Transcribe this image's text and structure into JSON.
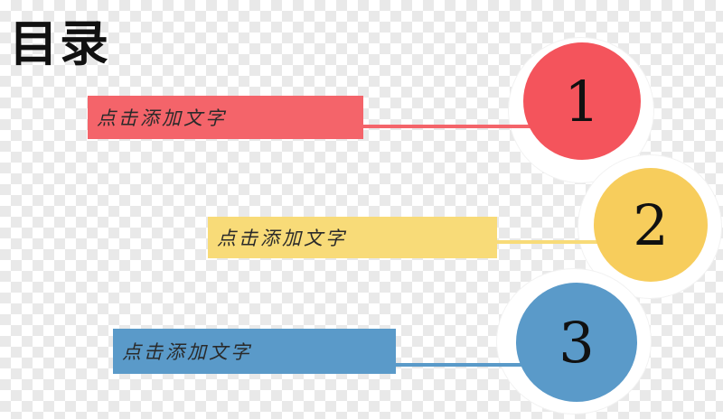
{
  "title": "目录",
  "items": [
    {
      "label": "点击添加文字",
      "number": "1",
      "color": "#f4545c"
    },
    {
      "label": "点击添加文字",
      "number": "2",
      "color": "#f7cd5c"
    },
    {
      "label": "点击添加文字",
      "number": "3",
      "color": "#5a9ac9"
    }
  ]
}
